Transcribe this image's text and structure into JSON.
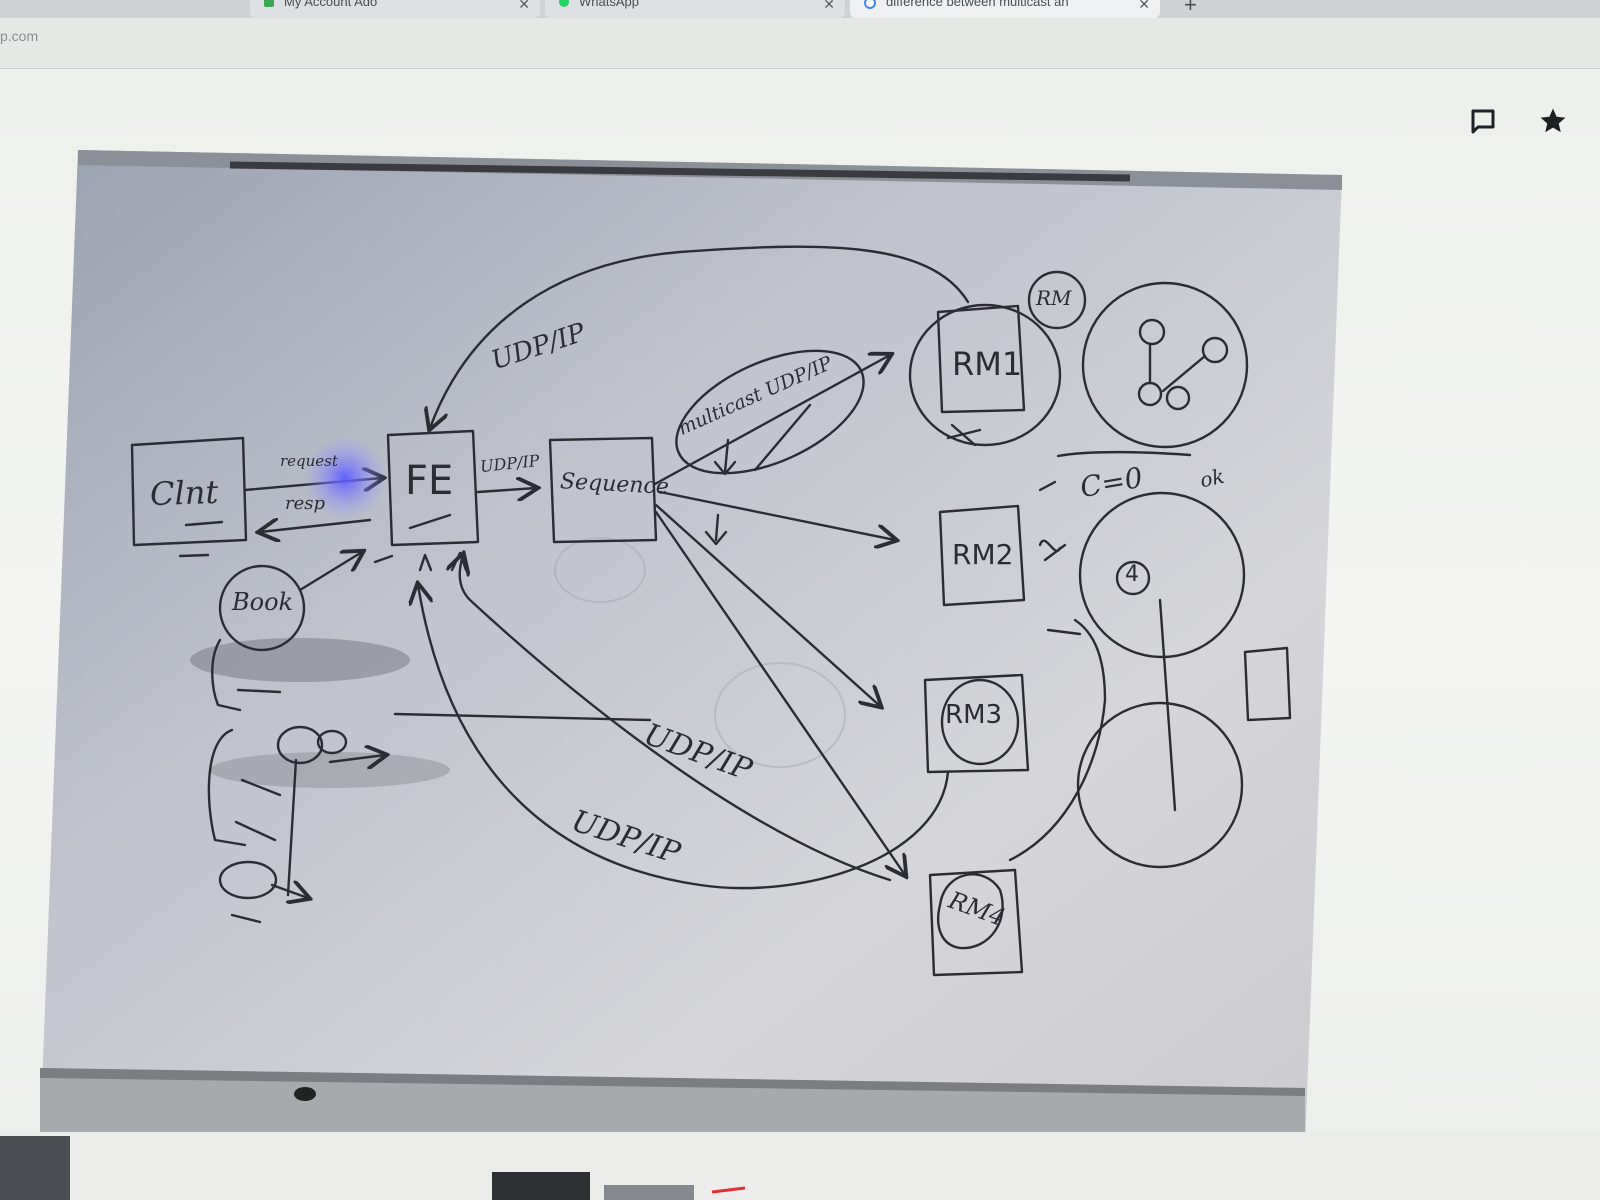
{
  "browser": {
    "tabs": [
      {
        "title": "My Account Ado",
        "favicon": "green-app-icon",
        "color": "#3aa757"
      },
      {
        "title": "WhatsApp",
        "favicon": "whatsapp-icon",
        "color": "#25d366"
      },
      {
        "title": "difference between multicast an",
        "favicon": "google-icon",
        "color": "#4285f4"
      }
    ],
    "new_tab": "+",
    "close_glyph": "✕",
    "url": "p.com"
  },
  "toolbar_icons": [
    "comment-icon",
    "star-icon"
  ],
  "whiteboard": {
    "labels": {
      "client": "Clnt",
      "request": "request",
      "response": "resp",
      "fe": "FE",
      "udp_ip_small": "UDP/IP",
      "sequencer": "Sequence",
      "udp_ip_top": "UDP/IP",
      "multicast": "multicast UDP/IP",
      "rm1": "RM1",
      "rm2": "RM2",
      "rm3": "RM3",
      "rm4": "RM4",
      "rm_circle": "RM",
      "book": "Book",
      "udp_ip_mid": "UDP/IP",
      "udp_ip_bottom": "UDP/IP",
      "counter": "C=0",
      "ok": "ok",
      "four": "4"
    }
  }
}
